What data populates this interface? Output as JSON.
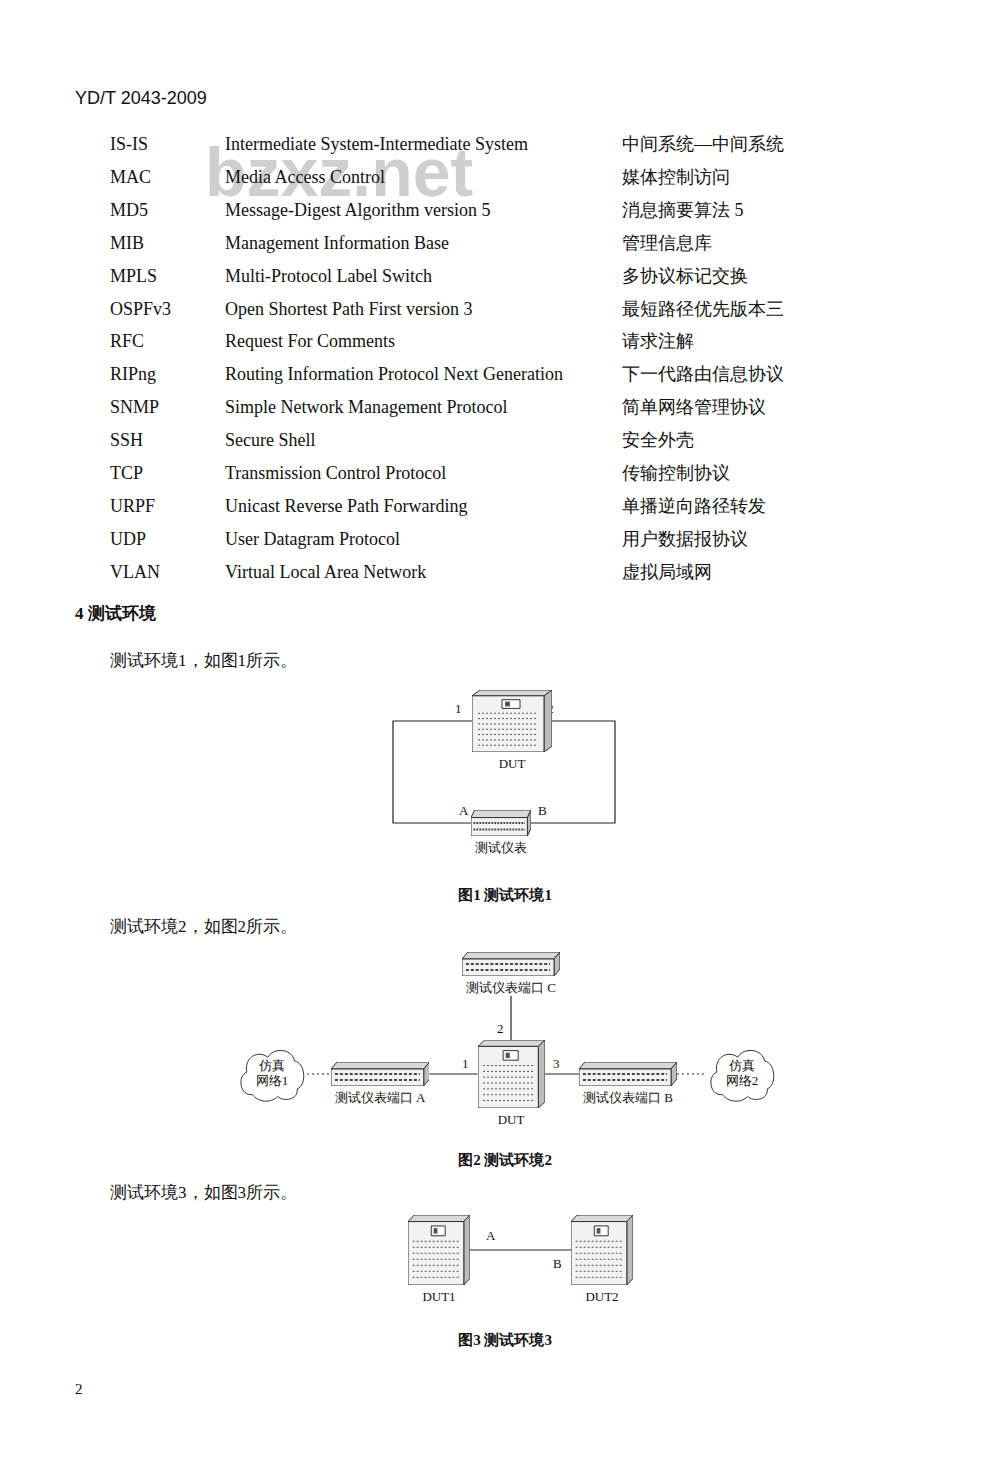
{
  "diagram": {
    "nodes": [
      {
        "text": [
          "DUT"
        ]
      },
      {
        "text": [
          "测试仪表"
        ]
      },
      {
        "text": [
          "测试仪表端口 C"
        ]
      },
      {
        "text": [
          "仿真 网络1"
        ]
      },
      {
        "text": [
          "测试仪表端口 A"
        ]
      },
      {
        "text": [
          "DUT"
        ]
      },
      {
        "text": [
          "测试仪表端口 B"
        ]
      },
      {
        "text": [
          "仿真 网络2"
        ]
      },
      {
        "text": [
          "DUT1"
        ]
      },
      {
        "text": [
          "DUT2"
        ]
      }
    ],
    "edges": [
      {
        "from": 0,
        "to": 1,
        "arrow": "none"
      },
      {
        "from": 0,
        "to": 1,
        "arrow": "none"
      },
      {
        "from": 2,
        "to": 5,
        "arrow": "none"
      },
      {
        "from": 3,
        "to": 4,
        "arrow": "none"
      },
      {
        "from": 4,
        "to": 5,
        "arrow": "none"
      },
      {
        "from": 5,
        "to": 6,
        "arrow": "none"
      },
      {
        "from": 6,
        "to": 7,
        "arrow": "none"
      },
      {
        "from": 8,
        "to": 9,
        "arrow": "none"
      }
    ],
    "labels": [
      "YD/T 2043-2009",
      "bzxz.net",
      "IS-IS",
      "Intermediate System-Intermediate System",
      "中间系统—中间系统",
      "MAC",
      "Media Access Control",
      "媒体控制访问",
      "MD5",
      "Message-Digest Algorithm version 5",
      "消息摘要算法 5",
      "MIB",
      "Management Information Base",
      "管理信息库",
      "MPLS",
      "Multi-Protocol Label Switch",
      "多协议标记交换",
      "OSPFv3",
      "Open Shortest Path First version 3",
      "最短路径优先版本三",
      "RFC",
      "Request For Comments",
      "请求注解",
      "RIPng",
      "Routing Information Protocol Next Generation",
      "下一代路由信息协议",
      "SNMP",
      "Simple Network Management Protocol",
      "简单网络管理协议",
      "SSH",
      "Secure Shell",
      "安全外壳",
      "TCP",
      "Transmission Control Protocol",
      "传输控制协议",
      "URPF",
      "Unicast Reverse Path Forwarding",
      "单播逆向路径转发",
      "UDP",
      "User Datagram Protocol",
      "用户数据报协议",
      "VLAN",
      "Virtual Local Area Network",
      "虚拟局域网",
      "4 测试环境",
      "测试环境1，如图1所示。",
      "1",
      "2",
      "A",
      "B",
      "图1 测试环境1",
      "测试环境2，如图2所示。",
      "2",
      "1",
      "3",
      "图2 测试环境2",
      "测试环境3，如图3所示。",
      "A",
      "B",
      "图3 测试环境3",
      "2"
    ]
  }
}
